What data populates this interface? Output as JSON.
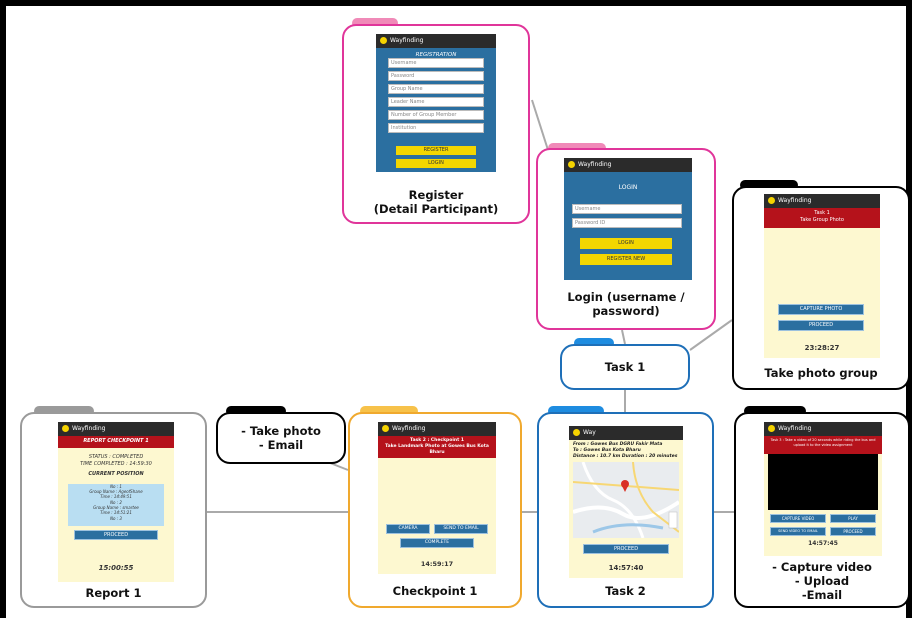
{
  "connectors": {
    "stroke": "#aaaaaa"
  },
  "colors": {
    "pink": "#e0359a",
    "black": "#000000",
    "blue": "#1e6fb8",
    "orange": "#f0a92e",
    "gray": "#9a9a9a",
    "phoneBlue": "#2b6fa0",
    "cream": "#fdf8d0",
    "yellow": "#f3d600",
    "red": "#b5121b"
  },
  "nodes": {
    "register": {
      "caption": "Register\n(Detail Participant)",
      "app": "Wayfinding",
      "heading": "REGISTRATION",
      "fields": [
        "Username",
        "Password",
        "Group Name",
        "Leader Name",
        "Number of Group Member",
        "Institution"
      ],
      "buttons": [
        "REGISTER",
        "LOGIN"
      ]
    },
    "login": {
      "caption": "Login (username /\npassword)",
      "app": "Wayfinding",
      "heading": "LOGIN",
      "fields": [
        "Username",
        "Password ID"
      ],
      "buttons": [
        "LOGIN",
        "REGISTER NEW"
      ]
    },
    "task1": {
      "caption": "Task 1"
    },
    "photo_group": {
      "caption": "Take photo group",
      "app": "Wayfinding",
      "title": "Task 1\nTake Group Photo",
      "buttons": [
        "CAPTURE PHOTO",
        "PROCEED"
      ],
      "clock": "23:28:27"
    },
    "task2": {
      "caption": "Task 2",
      "app": "Way",
      "info": [
        "From : Gowes Bus DGRU Fakir Mata",
        "To : Gowes Bus Kota Bharu",
        "Distance : 10.7 km   Duration : 20 minutes"
      ],
      "button": "PROCEED",
      "clock": "14:57:40"
    },
    "checkpoint1": {
      "caption": "Checkpoint 1",
      "app": "Wayfinding",
      "title": "Task 2 : Checkpoint 1\nTake Landmark Photo at Gowes Bus Kota Bharu",
      "buttons": [
        "CAMERA",
        "SEND TO EMAIL",
        "COMPLETE"
      ],
      "clock": "14:59:17"
    },
    "take_photo_email": {
      "caption": "- Take photo\n- Email"
    },
    "report1": {
      "caption": "Report 1",
      "app": "Wayfinding",
      "title": "REPORT CHECKPOINT 1",
      "status": [
        "STATUS : COMPLETED",
        "TIME COMPLETED : 14:59:30"
      ],
      "current": "CURRENT POSITION",
      "entries": [
        "No : 1\nGroup Name : AgeofShane\nTime : 14:49:51",
        "No : 2\nGroup Name : smartee\nTime : 14:51:21",
        "No : 3"
      ],
      "button": "PROCEED",
      "clock": "15:00:55"
    },
    "capture_video": {
      "caption": "- Capture video\n- Upload\n-Email",
      "app": "Wayfinding",
      "title": "Task 3 : Take a video of 20 seconds while riding the bus and upload it to the video assignment",
      "buttons": [
        "CAPTURE VIDEO",
        "PLAY",
        "SEND VIDEO TO EMAIL",
        "PROCEED"
      ],
      "clock": "14:57:45"
    }
  }
}
